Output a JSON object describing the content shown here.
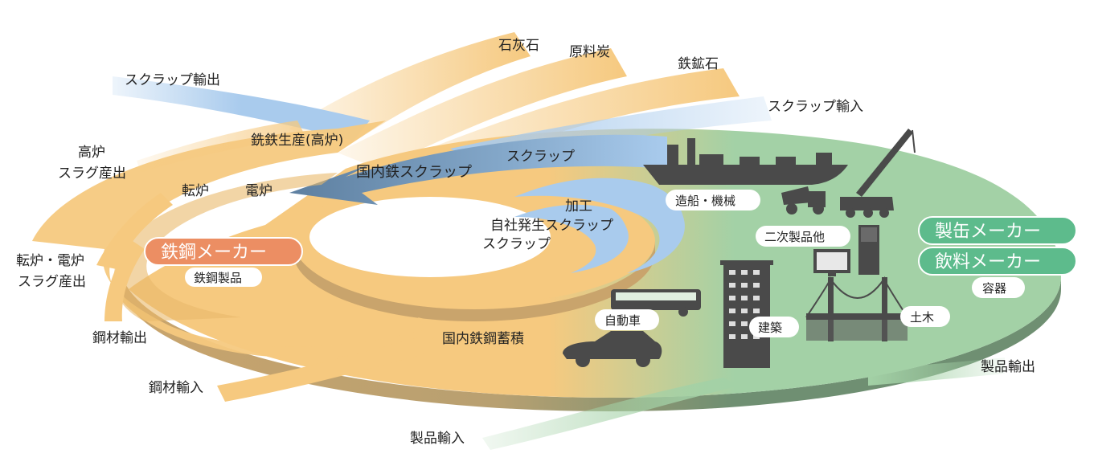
{
  "labels": {
    "sekkaiseki": "石灰石",
    "genryotan": "原料炭",
    "tekkoseki": "鉄鉱石",
    "scrap_export": "スクラップ輸出",
    "scrap_import": "スクラップ輸入",
    "koro_slag_1": "高炉",
    "koro_slag_2": "スラグ産出",
    "sentetsu": "銑鉄生産(高炉)",
    "tenro": "転炉",
    "denro": "電炉",
    "kokunai_scrap": "国内鉄スクラップ",
    "scrap": "スクラップ",
    "kako_1": "加工",
    "kako_2": "スクラップ",
    "jisha_1": "自社発生",
    "jisha_2": "スクラップ",
    "tenro_denro_1": "転炉・電炉",
    "tenro_denro_2": "スラグ産出",
    "kozai_export": "鋼材輸出",
    "kozai_import": "鋼材輸入",
    "kokunai_chikuseki": "国内鉄鋼蓄積",
    "seihin_export": "製品輸出",
    "seihin_import": "製品輸入"
  },
  "pills": {
    "tekko_maker": "鉄鋼メーカー",
    "tekko_seihin": "鉄鋼製品",
    "zosen": "造船・機械",
    "niji": "二次製品他",
    "seikan": "製缶メーカー",
    "inryo": "飲料メーカー",
    "yoki": "容器",
    "jidosha": "自動車",
    "kenchiku": "建築",
    "doboku": "土木"
  },
  "colors": {
    "orange": "#f6c97f",
    "orange_dark": "#c9a46c",
    "blue": "#a9cbed",
    "blue_dark": "#5d7fa0",
    "green": "#9fd0a0",
    "green_dark": "#6f8f72",
    "salmon": "#ec8e63",
    "teal": "#5dbb8c",
    "silhouette": "#4a4a4a"
  },
  "icons": [
    "ship-icon",
    "dump-truck-icon",
    "crane-truck-icon",
    "refrigerator-icon",
    "television-icon",
    "building-icon",
    "bridge-icon",
    "bus-icon",
    "car-icon"
  ]
}
